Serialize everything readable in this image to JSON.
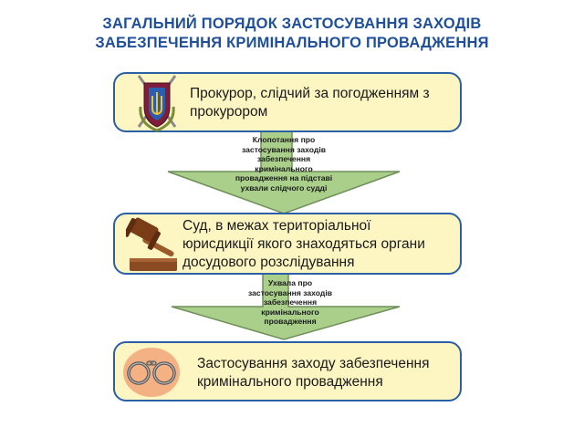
{
  "title": {
    "line1": "ЗАГАЛЬНИЙ ПОРЯДОК ЗАСТОСУВАННЯ ЗАХОДІВ",
    "line2": "ЗАБЕЗПЕЧЕННЯ КРИМІНАЛЬНОГО ПРОВАДЖЕННЯ"
  },
  "steps": [
    {
      "icon": "prosecutor-emblem-icon",
      "line1": "Прокурор, слідчий за погодженням з",
      "line2": "прокурором"
    },
    {
      "icon": "judge-gavel-icon",
      "line1": "Суд, в межах територіальної",
      "line2": "юрисдикції якого знаходяться органи",
      "line3": "досудового розслідування"
    },
    {
      "icon": "handcuffs-icon",
      "line1": "Застосування заходу забезпечення",
      "line2": "кримінального провадження"
    }
  ],
  "arrows": [
    {
      "lines": [
        "Клопотання про",
        "застосування заходів",
        "забезпечення",
        "кримінального",
        "провадження на підставі",
        "ухвали слідчого судді"
      ]
    },
    {
      "lines": [
        "Ухвала про",
        "застосування  заходів",
        "забезпечення",
        "кримінального",
        "провадження"
      ]
    }
  ],
  "colors": {
    "title": "#1f4f9a",
    "box_fill": "#fdf6c2",
    "box_border": "#2b5fa6",
    "arrow_fill": "#a9cf8b",
    "arrow_border": "#6f8f5a"
  }
}
